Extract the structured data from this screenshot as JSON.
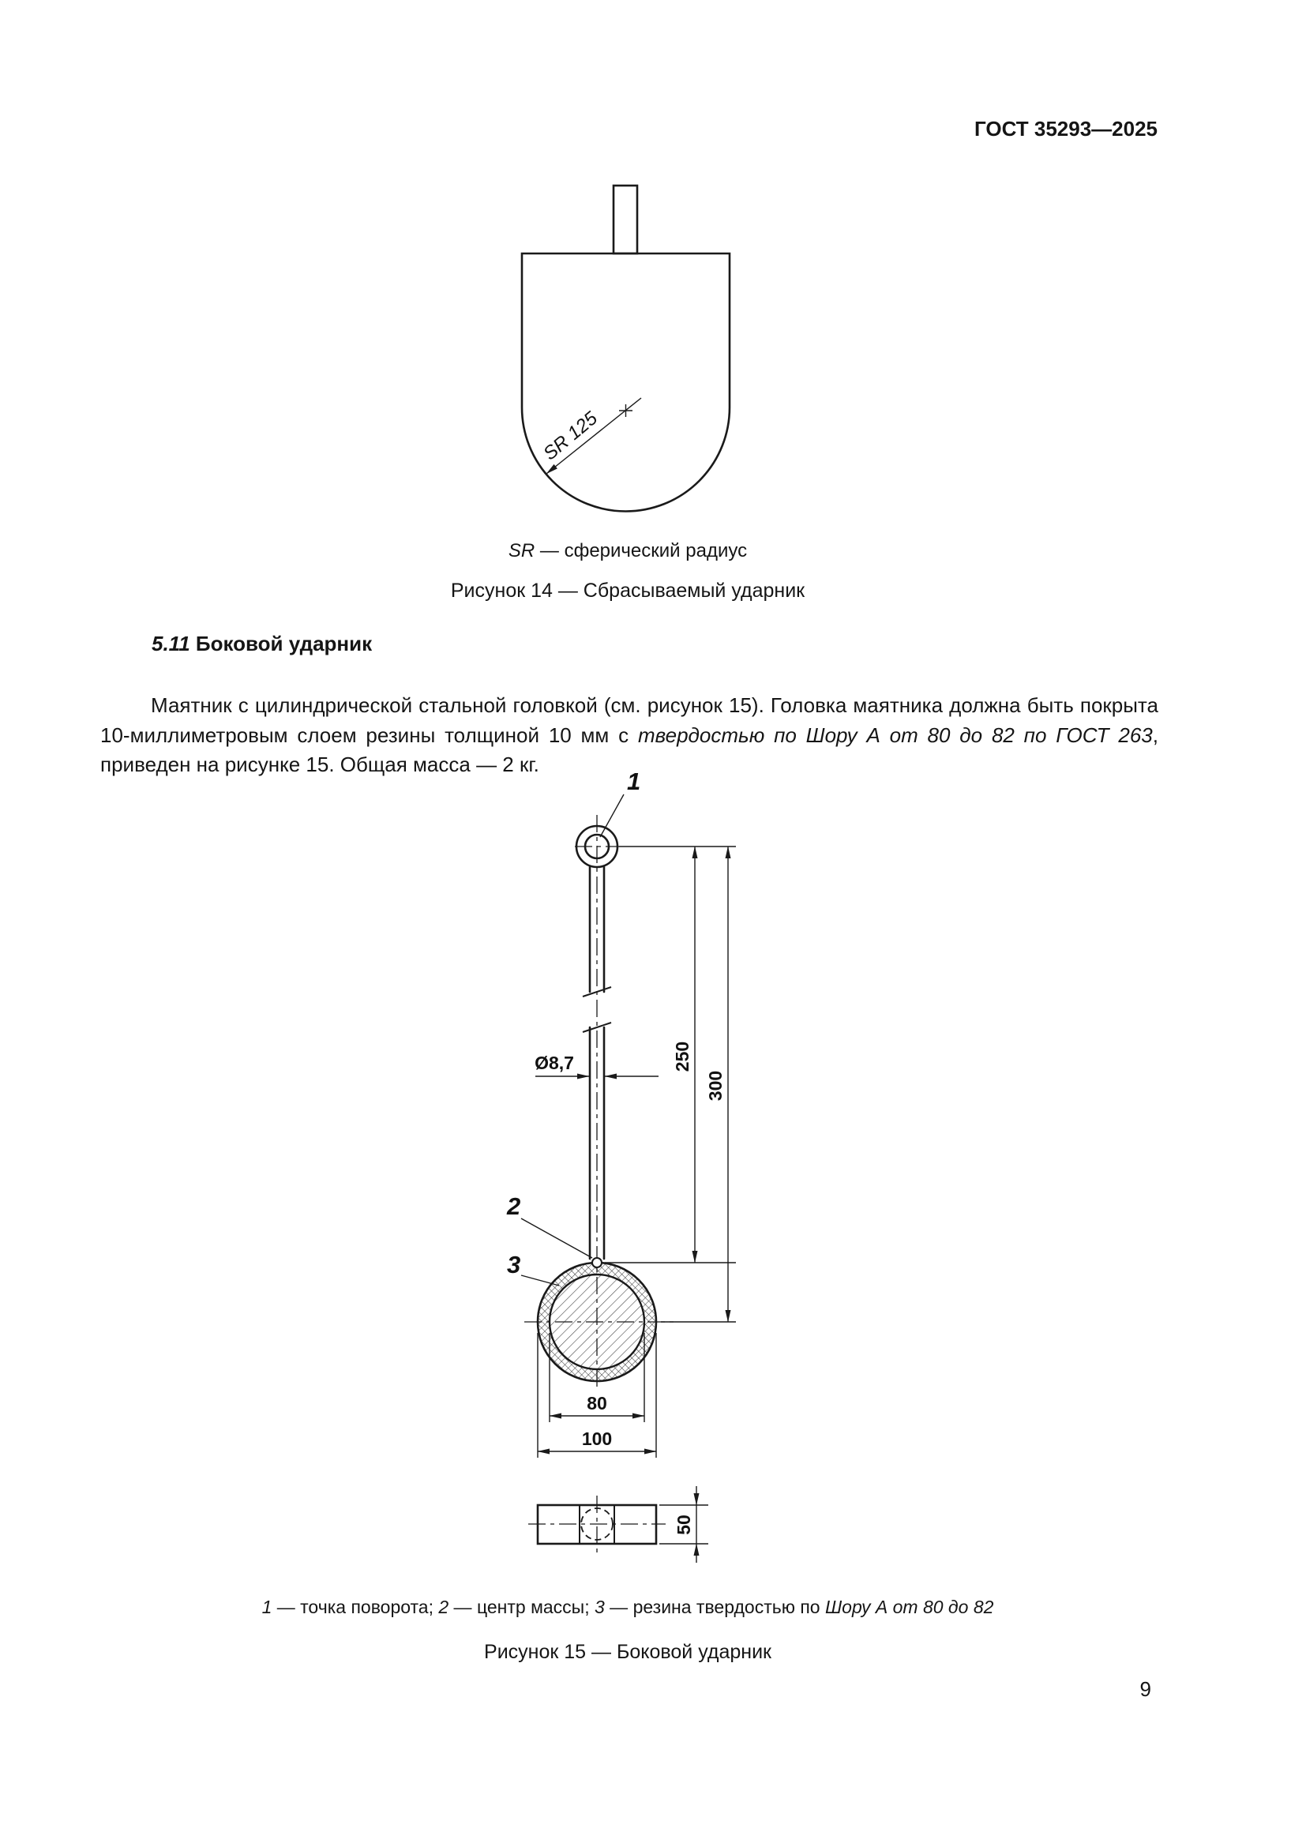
{
  "header": {
    "standard_code": "ГОСТ 35293—2025"
  },
  "figure14": {
    "radius_dim": "SR 125",
    "legend_term": "SR",
    "legend_rest": " — сферический радиус",
    "caption": "Рисунок 14 — Сбрасываемый ударник"
  },
  "section": {
    "number": "5.11",
    "title": " Боковой ударник"
  },
  "paragraph": {
    "part1": "Маятник с цилиндрической стальной головкой (см. рисунок 15). Головка маятника должна быть покрыта 10-миллиметровым слоем резины толщиной 10 мм с ",
    "part2_italic": "твердостью по Шору А от 80 до 82 по ГОСТ 263",
    "part3": ", приведен на рисунке 15. Общая масса — 2 кг."
  },
  "figure15": {
    "pos_labels": {
      "l1": "1",
      "l2": "2",
      "l3": "3"
    },
    "dims": {
      "shaft": "Ø8,7",
      "d250": "250",
      "d300": "300",
      "d80": "80",
      "d100": "100",
      "d50": "50"
    },
    "legend": {
      "n1": "1",
      "t1": " — точка поворота; ",
      "n2": "2",
      "t2": " — центр массы; ",
      "n3": "3",
      "t3": " — резина твердостью по ",
      "t4": "Шору А от 80 до 82"
    },
    "caption": "Рисунок 15 — Боковой ударник"
  },
  "footer": {
    "page_number": "9"
  }
}
